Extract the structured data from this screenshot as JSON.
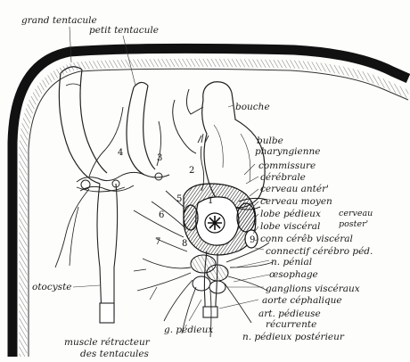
{
  "labels": {
    "grand_tentacule": "grand tentacule",
    "petit_tentacule": "petit tentacule",
    "bouche": "bouche",
    "bulbe": "bulbe",
    "pharyngienne": "pharyngienne",
    "commissure": "commissure",
    "cerebrale": "cérébrale",
    "cerveau_anter": "cerveau antér'",
    "cerveau_moyen": "cerveau moyen",
    "lobe_pedieux": "lobe pédieux",
    "cerveau_brace": "cerveau",
    "lobe_visceral": "lobe viscéral",
    "poster_brace": "poster'",
    "conn_cereb_visceral": "conn cérêb viscéral",
    "connectif_cerebro_ped": "connectif cérébro péd.",
    "n_penial": "n. pénial",
    "oesophage": "œsophage",
    "ganglions_visceraux": "ganglions viscéraux",
    "aorte_cephalique": "aorte céphalique",
    "art_pedieuse": "art. pédieuse",
    "recurrente": "récurrente",
    "otocyste": "otocyste",
    "g_pedieux": "g. pédieux",
    "n_pedieux_posterieur": "n. pédieux postérieur",
    "muscle_retracteur": "muscle rétracteur",
    "des_tentacules": "des tentacules"
  },
  "numbers": {
    "n1": "1",
    "n2": "2",
    "n3": "3",
    "n4": "4",
    "n5": "5",
    "n6": "6",
    "n7": "7",
    "n8": "8",
    "n9": "9"
  },
  "colors": {
    "ink": "#1a1a1a",
    "paper": "#fdfdfb"
  }
}
